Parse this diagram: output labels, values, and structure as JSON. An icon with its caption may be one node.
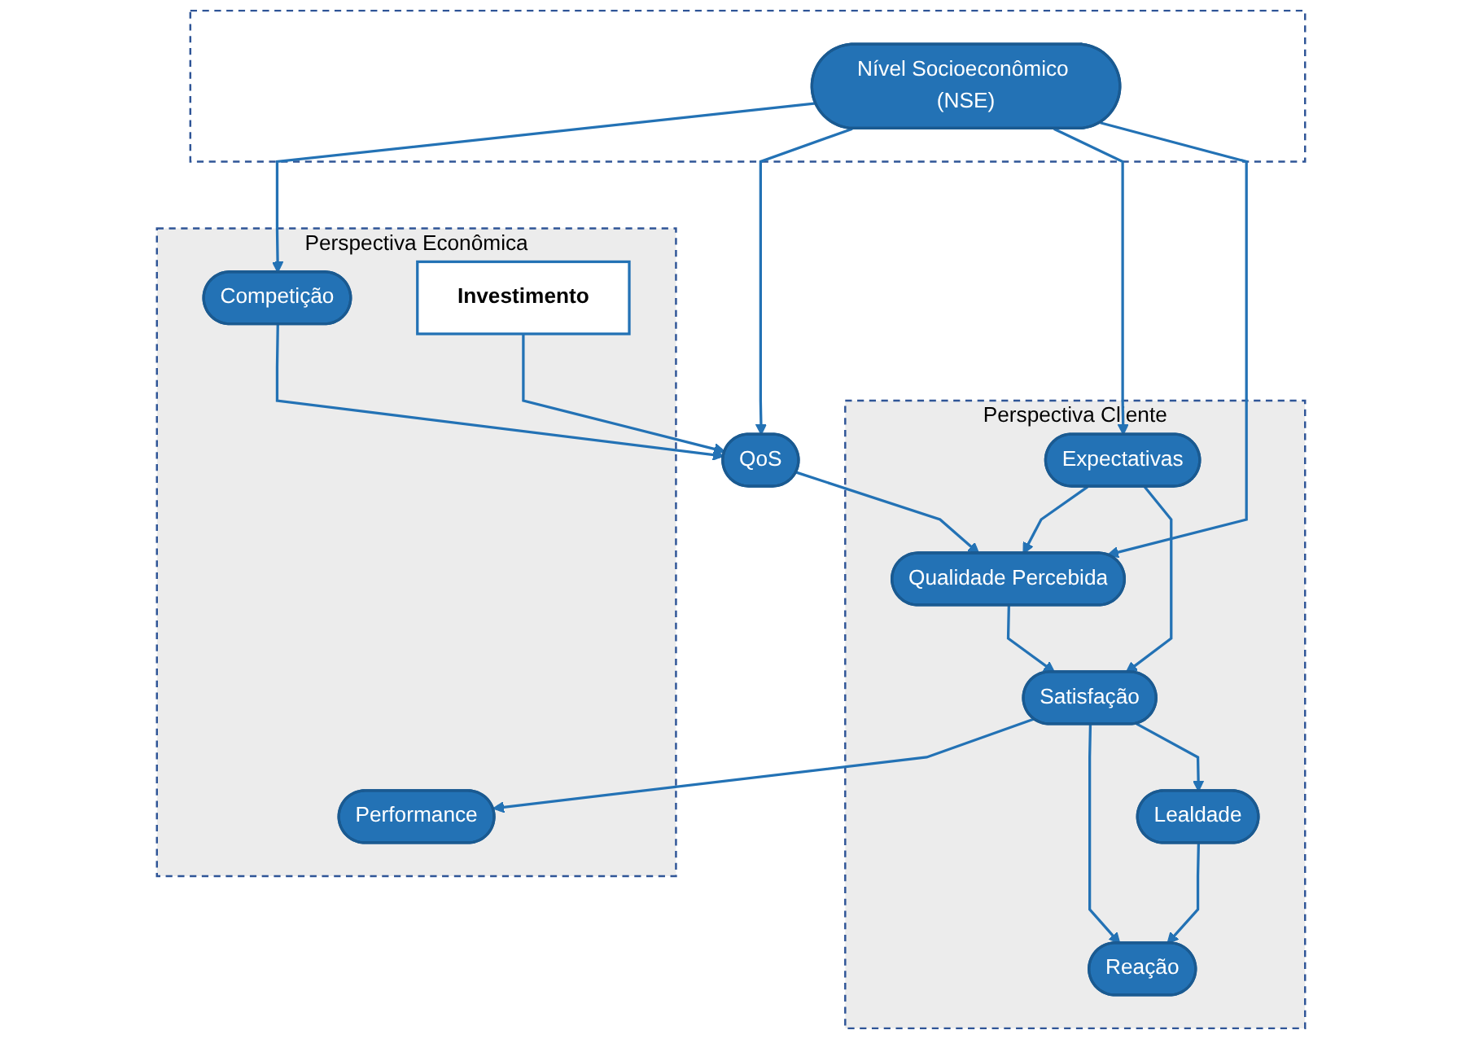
{
  "diagram": {
    "nodes": [
      {
        "text": [],
        "shape": "box"
      },
      {
        "text": [
          "Nível Socioeconômico (NSE)"
        ],
        "in": 0
      },
      {
        "text": [
          "Perspectiva Econômica"
        ]
      },
      {
        "text": [
          "Perspectiva Cliente"
        ]
      },
      {
        "text": [
          "QoS"
        ]
      },
      {
        "text": [
          "Competição"
        ],
        "in": 2
      },
      {
        "text": [
          "Investimento"
        ],
        "in": 2
      },
      {
        "text": [
          "Performance"
        ],
        "in": 2
      },
      {
        "text": [
          "Expectativas"
        ],
        "in": 3
      },
      {
        "text": [
          "Qualidade Percebida"
        ],
        "in": 3
      },
      {
        "text": [
          "Satisfação"
        ],
        "in": 3
      },
      {
        "text": [
          "Reação"
        ],
        "in": 3
      },
      {
        "text": [
          "Lealdade"
        ],
        "in": 3
      }
    ],
    "edges": [
      {
        "from": 1,
        "to": 5,
        "arrow": "to"
      },
      {
        "from": 1,
        "to": 4,
        "arrow": "to"
      },
      {
        "from": 1,
        "to": 8,
        "arrow": "to"
      },
      {
        "from": 1,
        "to": 9,
        "arrow": "to"
      },
      {
        "from": 5,
        "to": 4,
        "arrow": "to"
      },
      {
        "from": 6,
        "to": 4,
        "arrow": "to"
      },
      {
        "from": 4,
        "to": 9,
        "arrow": "to"
      },
      {
        "from": 8,
        "to": 9,
        "arrow": "to"
      },
      {
        "from": 8,
        "to": 10,
        "arrow": "to"
      },
      {
        "from": 9,
        "to": 10,
        "arrow": "to"
      },
      {
        "from": 10,
        "to": 7,
        "arrow": "to"
      },
      {
        "from": 10,
        "to": 11,
        "arrow": "to"
      },
      {
        "from": 10,
        "to": 12,
        "arrow": "to"
      },
      {
        "from": 12,
        "to": 11,
        "arrow": "to"
      }
    ]
  }
}
